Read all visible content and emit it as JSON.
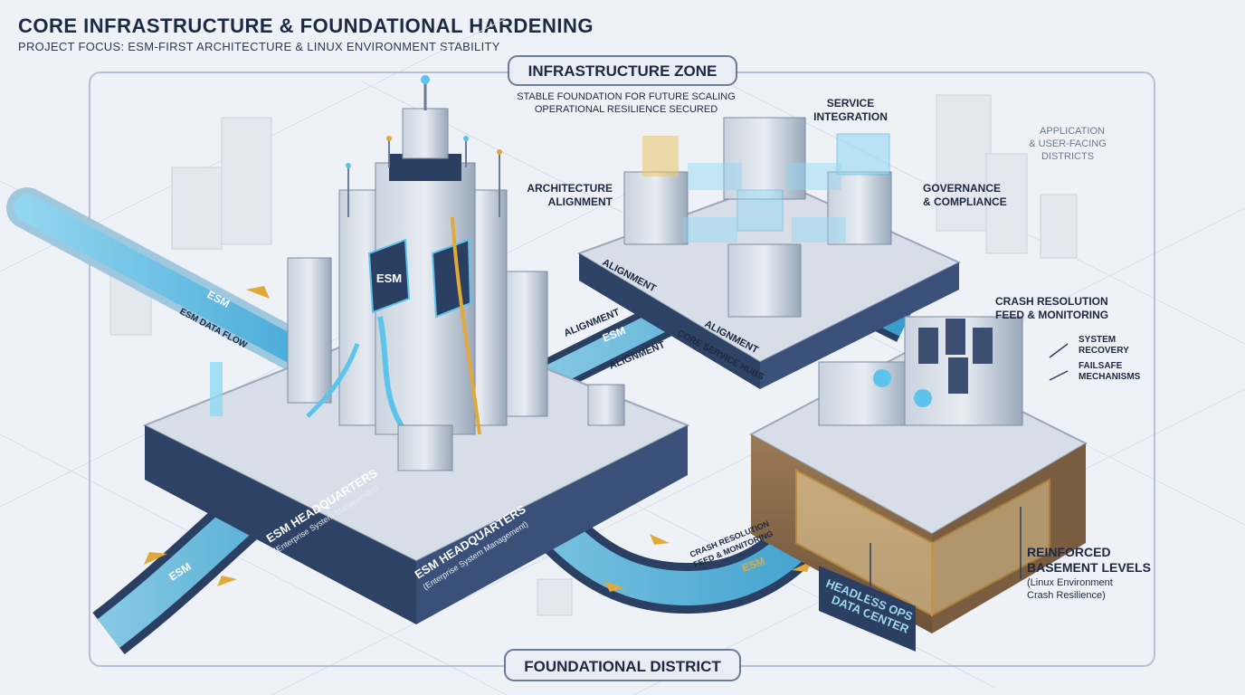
{
  "header": {
    "title": "CORE INFRASTRUCTURE & FOUNDATIONAL HARDENING",
    "subtitle": "PROJECT FOCUS: ESM-FIRST ARCHITECTURE & LINUX ENVIRONMENT STABILITY"
  },
  "zones": {
    "top": "INFRASTRUCTURE ZONE",
    "bottom": "FOUNDATIONAL DISTRICT"
  },
  "tagline": {
    "line1": "STABLE FOUNDATION FOR FUTURE SCALING",
    "line2": "OPERATIONAL RESILIENCE SECURED"
  },
  "labels": {
    "service_1": "SERVICE",
    "service_2": "INTEGRATION",
    "app_1": "APPLICATION",
    "app_2": "& USER-FACING",
    "app_3": "DISTRICTS",
    "arch_1": "ARCHITECTURE",
    "arch_2": "ALIGNMENT",
    "gov_1": "GOVERNANCE",
    "gov_2": "& COMPLIANCE",
    "crash_1": "CRASH RESOLUTION",
    "crash_2": "FEED & MONITORING",
    "recovery_1": "SYSTEM",
    "recovery_2": "RECOVERY",
    "failsafe_1": "FAILSAFE",
    "failsafe_2": "MECHANISMS",
    "basement_1": "REINFORCED",
    "basement_2": "BASEMENT LEVELS",
    "basement_3": "(Linux Environment",
    "basement_4": "Crash Resilience)",
    "align_a": "ALIGNMENT",
    "align_b": "ALIGNMENT",
    "align_c": "ALIGNMENT",
    "align_d": "ALIGNMENT",
    "hubs": "CORE SERVICE HUBS",
    "esm_flow": "ESM DATA FLOW",
    "esm_a": "ESM",
    "esm_b": "ESM",
    "esm_c": "ESM",
    "esm_d": "ESM",
    "hq_1": "ESM HEADQUARTERS",
    "hq_2": "(Enterprise System Management)",
    "hq_3": "ESM HEADQUARTERS",
    "hq_4": "(Enterprise System Management)",
    "crash_road_1": "CRASH RESOLUTION",
    "crash_road_2": "FEED & MONITORING",
    "headless_1": "HEADLESS OPS",
    "headless_2": "DATA CENTER",
    "badge_1": "ESM"
  },
  "colors": {
    "navy": "#2b3f63",
    "flow": "#5cc4ea",
    "gold": "#e0a93a",
    "soil": "#8a6a48"
  }
}
